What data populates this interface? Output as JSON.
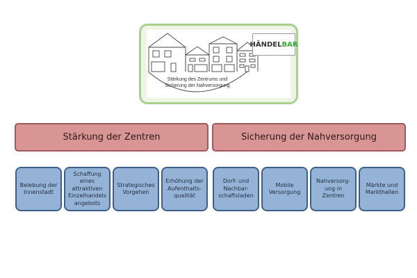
{
  "logo": {
    "brand_prefix": "HÄNDEL",
    "brand_suffix": "BAR",
    "caption_line1": "Stärkung des Zentrums und",
    "caption_line2": "Sicherung der Nahversorgung"
  },
  "headers": [
    {
      "label": "Stärkung der Zentren"
    },
    {
      "label": "Sicherung der Nahversorgung"
    }
  ],
  "boxes": [
    {
      "label": "Belebung der\nInnenstadt"
    },
    {
      "label": "Schaffung\neines\nattraktiven\nEinzelhandels\nangebots"
    },
    {
      "label": "Strategisches\nVorgehen"
    },
    {
      "label": "Erhöhung der\nAufenthalts-\nqualität"
    },
    {
      "label": "Dorf- und\nNachbar-\nschaftsladen"
    },
    {
      "label": "Mobile\nVersorgung"
    },
    {
      "label": "Nahversorg-\nung in\nZentren"
    },
    {
      "label": "Märkte und\nMarkthallen"
    }
  ],
  "colors": {
    "logo_border": "#a9d18e",
    "header_fill": "#d99594",
    "header_border": "#a0585a",
    "box_fill": "#95b3d7",
    "box_border": "#3e5f85",
    "brand_green": "#3aa935"
  }
}
